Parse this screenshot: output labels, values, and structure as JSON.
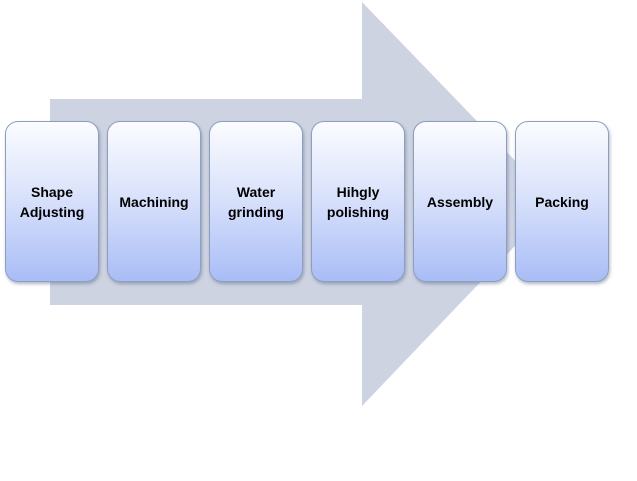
{
  "diagram": {
    "arrow_color": "#cdd3e1",
    "box_gradient_top": "#fbfcff",
    "box_gradient_bottom": "#a9bdf6",
    "box_border": "#8d9fbd",
    "steps": [
      {
        "label": "Shape\nAdjusting"
      },
      {
        "label": "Machining"
      },
      {
        "label": "Water\ngrinding"
      },
      {
        "label": "Hihgly\npolishing"
      },
      {
        "label": "Assembly"
      },
      {
        "label": "Packing"
      }
    ]
  }
}
